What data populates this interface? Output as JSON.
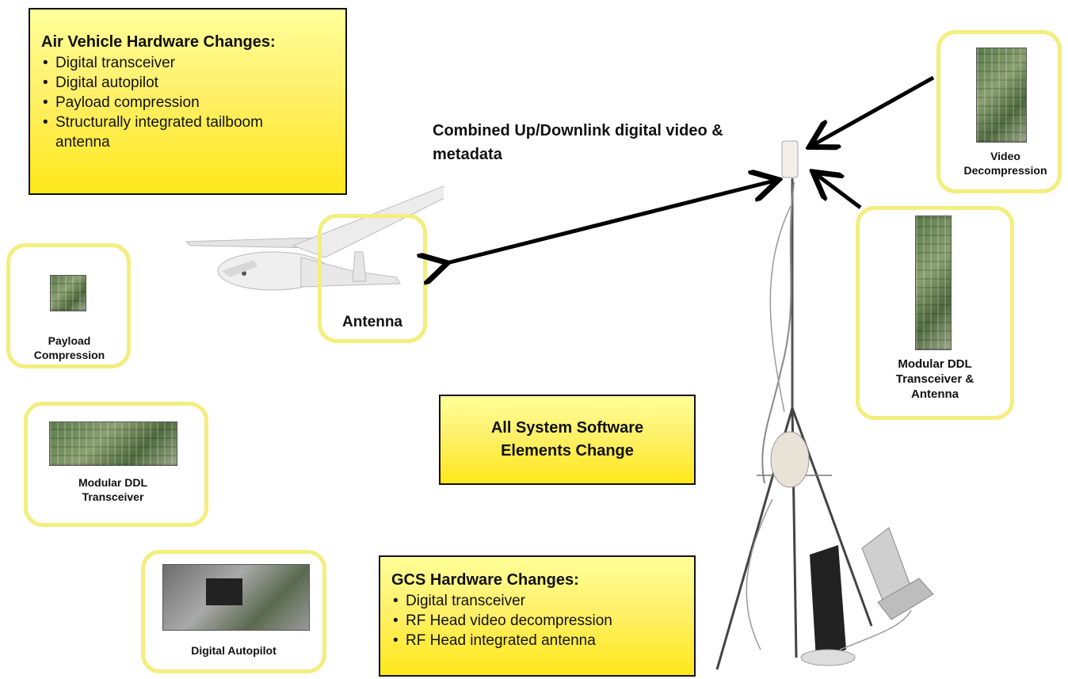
{
  "air_vehicle_box": {
    "title": "Air Vehicle Hardware Changes:",
    "items": [
      "Digital transceiver",
      "Digital autopilot",
      "Payload compression",
      "Structurally integrated tailboom antenna"
    ]
  },
  "link_label": "Combined Up/Downlink digital video & metadata",
  "antenna_label": "Antenna",
  "components": {
    "payload_compression": "Payload Compression",
    "modular_ddl_transceiver": "Modular DDL Transceiver",
    "digital_autopilot": "Digital Autopilot",
    "video_decompression": "Video Decompression",
    "modular_ddl_transceiver_antenna": "Modular DDL Transceiver & Antenna"
  },
  "software_box": {
    "text": "All System Software Elements Change"
  },
  "gcs_box": {
    "title": "GCS Hardware Changes:",
    "items": [
      "Digital transceiver",
      "RF Head video decompression",
      "RF Head integrated antenna"
    ]
  },
  "colors": {
    "callout_fill": "#fff06a",
    "ring_outline": "#f3ee7e",
    "arrow": "#000000"
  }
}
